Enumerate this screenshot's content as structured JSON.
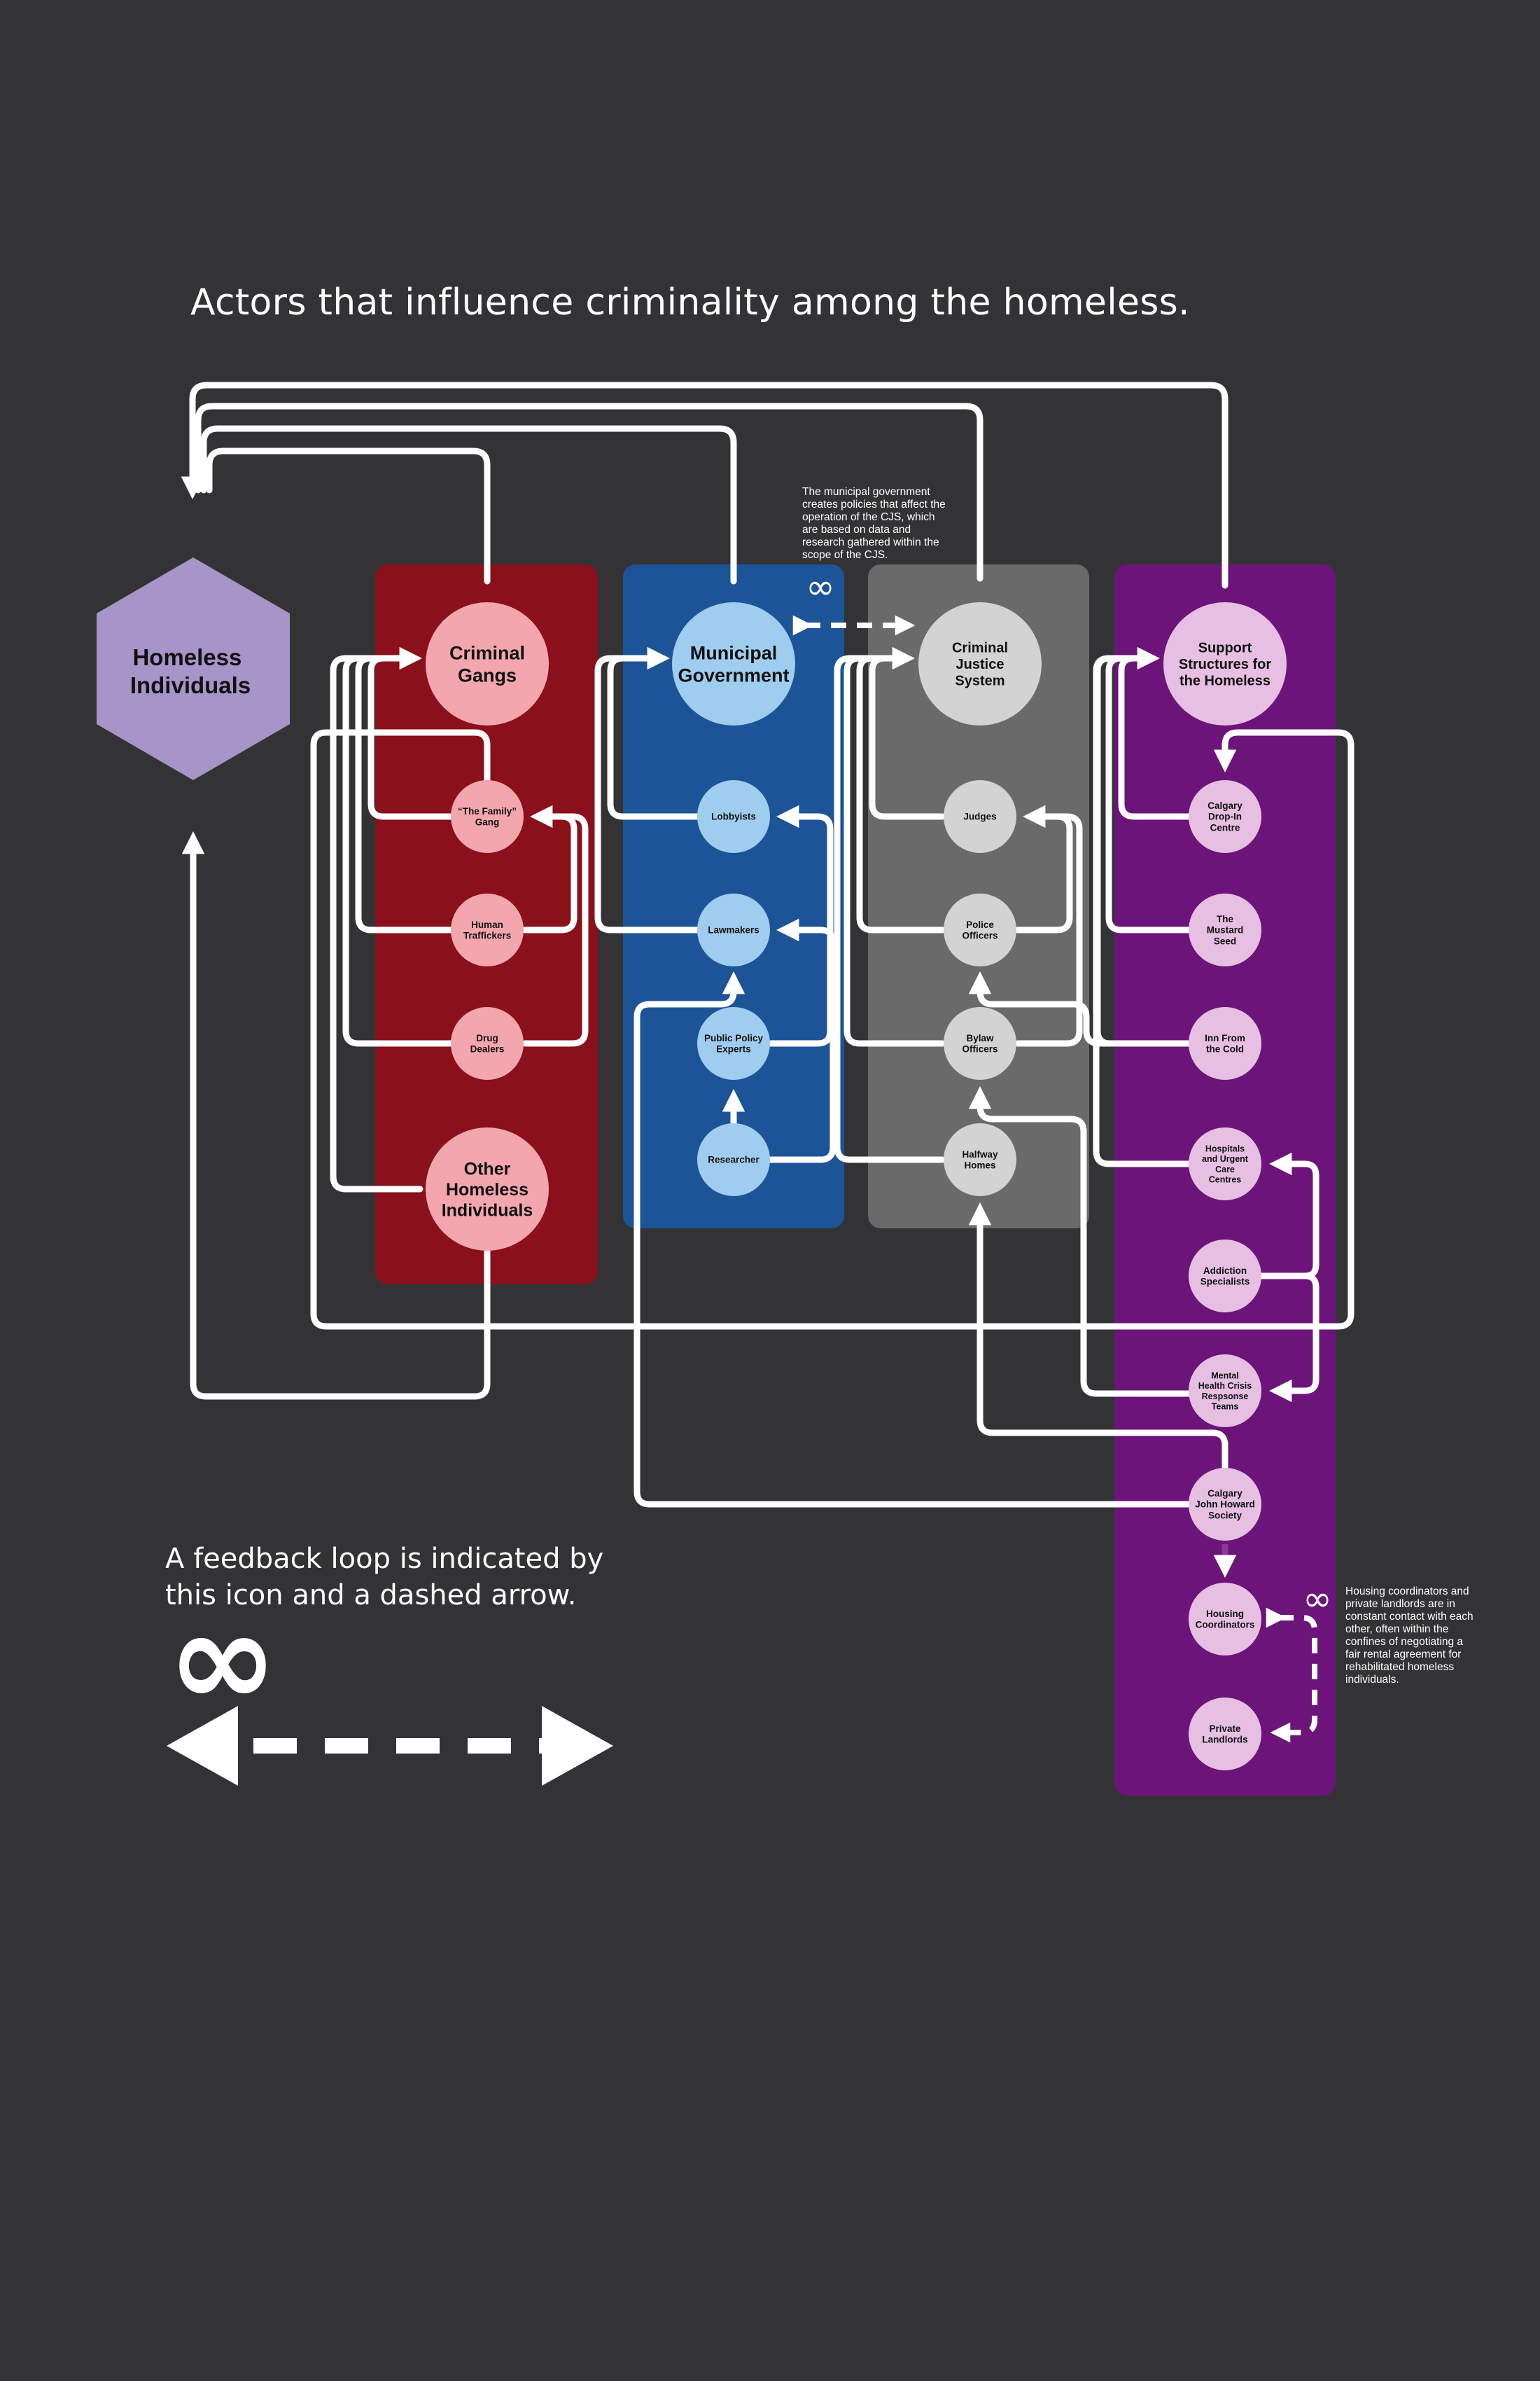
{
  "title": "Actors that influence criminality among the homeless.",
  "colors": {
    "background": "#333335",
    "criminal_gangs": "#8a101c",
    "municipal_government": "#1d5498",
    "criminal_justice": "#6a6a6a",
    "support_structures": "#6c1479",
    "homeless": "#a795c9"
  },
  "hub": {
    "label": [
      "Homeless",
      "Individuals"
    ]
  },
  "columns": {
    "gangs": {
      "head": [
        "Criminal",
        "Gangs"
      ],
      "nodes": [
        [
          "“The Family”",
          "Gang"
        ],
        [
          "Human",
          "Traffickers"
        ],
        [
          "Drug",
          "Dealers"
        ]
      ],
      "extra": [
        "Other",
        "Homeless",
        "Individuals"
      ]
    },
    "government": {
      "head": [
        "Municipal",
        "Government"
      ],
      "nodes": [
        [
          "Lobbyists"
        ],
        [
          "Lawmakers"
        ],
        [
          "Public Policy",
          "Experts"
        ],
        [
          "Researcher"
        ]
      ]
    },
    "justice": {
      "head": [
        "Criminal",
        "Justice",
        "System"
      ],
      "nodes": [
        [
          "Judges"
        ],
        [
          "Police",
          "Officers"
        ],
        [
          "Bylaw",
          "Officers"
        ],
        [
          "Halfway",
          "Homes"
        ]
      ]
    },
    "support": {
      "head": [
        "Support",
        "Structures for",
        "the Homeless"
      ],
      "nodes": [
        [
          "Calgary",
          "Drop-In",
          "Centre"
        ],
        [
          "The",
          "Mustard",
          "Seed"
        ],
        [
          "Inn From",
          "the Cold"
        ],
        [
          "Hospitals",
          "and Urgent",
          "Care",
          "Centres"
        ],
        [
          "Addiction",
          "Specialists"
        ],
        [
          "Mental",
          "Health Crisis",
          "Respsonse",
          "Teams"
        ],
        [
          "Calgary",
          "John Howard",
          "Society"
        ],
        [
          "Housing",
          "Coordinators"
        ],
        [
          "Private",
          "Landlords"
        ]
      ]
    }
  },
  "notes": {
    "government": "The municipal government creates policies that affect the operation of the CJS, which are based on data and research gathered within the scope of the CJS.",
    "housing": "Housing coordinators and private landlords are in constant contact with each other, often within the confines of negotiating a fair rental agreement for rehabilitated homeless individuals."
  },
  "legend": {
    "text": "A feedback loop is indicated by this icon and a dashed arrow.",
    "icon": "infinity-icon"
  }
}
